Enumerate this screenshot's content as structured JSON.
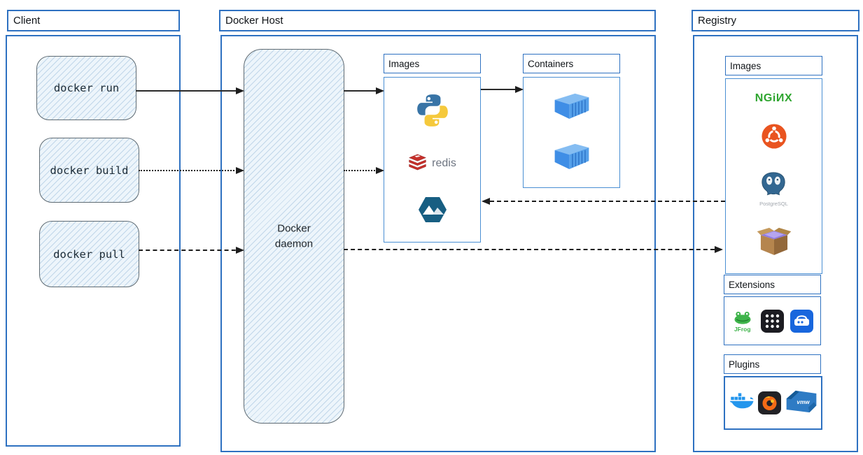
{
  "client": {
    "title": "Client",
    "commands": [
      {
        "label": "docker run"
      },
      {
        "label": "docker build"
      },
      {
        "label": "docker pull"
      }
    ]
  },
  "docker_host": {
    "title": "Docker Host",
    "daemon_label": "Docker daemon",
    "images_panel": {
      "title": "Images",
      "items": [
        "python",
        "redis",
        "alpine-linux"
      ]
    },
    "redis_label": "redis",
    "containers_panel": {
      "title": "Containers",
      "items": [
        "container",
        "container"
      ]
    }
  },
  "registry": {
    "title": "Registry",
    "images_panel": {
      "title": "Images",
      "items": [
        "nginx",
        "ubuntu",
        "postgresql",
        "busybox"
      ]
    },
    "nginx_label": "NGiИX",
    "postgresql_label": "PostgreSQL",
    "extensions_panel": {
      "title": "Extensions",
      "items": [
        "jfrog",
        "grid-dots",
        "server"
      ]
    },
    "jfrog_label": "JFrog",
    "plugins_panel": {
      "title": "Plugins",
      "items": [
        "docker-whale",
        "grafana",
        "vmware"
      ]
    },
    "vmware_label": "vmw"
  },
  "edges": [
    {
      "from": "docker run",
      "to": "Docker daemon",
      "style": "solid"
    },
    {
      "from": "Docker daemon",
      "to": "Images (Docker Host)",
      "style": "solid"
    },
    {
      "from": "Images (Docker Host)",
      "to": "Containers",
      "style": "solid"
    },
    {
      "from": "docker build",
      "to": "Docker daemon",
      "style": "dotted"
    },
    {
      "from": "Docker daemon",
      "to": "Images (Docker Host)",
      "style": "dotted"
    },
    {
      "from": "docker pull",
      "to": "Docker daemon",
      "style": "dashed"
    },
    {
      "from": "Docker daemon",
      "to": "Registry Images",
      "style": "dashed"
    },
    {
      "from": "Registry Images",
      "to": "Images (Docker Host)",
      "style": "dashed"
    }
  ],
  "colors": {
    "border_blue": "#2e71c1",
    "sketch_fill": "#edf5fb",
    "arrow": "#1d1d1d",
    "nginx_green": "#2ea52f",
    "ubuntu_orange": "#e95420",
    "redis_red": "#c6302b",
    "alpine_blue": "#175e82",
    "container_blue": "#3f8ee6",
    "jfrog_green": "#3eb44a",
    "grafana_orange": "#f46b16",
    "vmware_blue": "#2e7bc4",
    "docker_blue": "#2496ed",
    "postgres_blue": "#336791"
  }
}
